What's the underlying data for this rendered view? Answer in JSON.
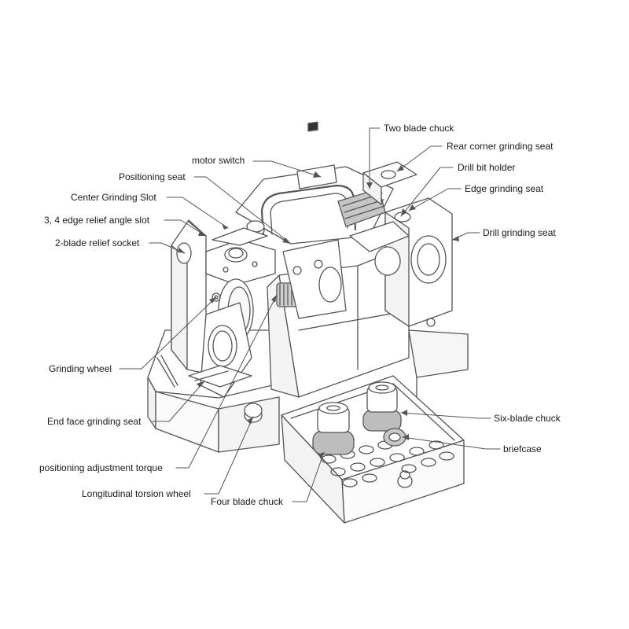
{
  "labels": {
    "two_blade_chuck": "Two blade chuck",
    "rear_corner_grinding_seat": "Rear corner grinding seat",
    "motor_switch": "motor switch",
    "drill_bit_holder": "Drill bit holder",
    "positioning_seat": "Positioning seat",
    "edge_grinding_seat": "Edge grinding seat",
    "center_grinding_slot": "Center Grinding Slot",
    "edge_relief_angle_slot": "3, 4 edge relief angle slot",
    "drill_grinding_seat": "Drill grinding seat",
    "two_blade_relief_socket": "2-blade relief socket",
    "grinding_wheel": "Grinding wheel",
    "six_blade_chuck": "Six-blade chuck",
    "end_face_grinding_seat": "End face grinding seat",
    "briefcase": "briefcase",
    "positioning_adjustment_torque": "positioning adjustment torque",
    "longitudinal_torsion_wheel": "Longitudinal torsion wheel",
    "four_blade_chuck": "Four blade chuck"
  },
  "colors": {
    "line": "#555555",
    "text": "#1a1a1a",
    "shade": "#bdbdbd"
  }
}
